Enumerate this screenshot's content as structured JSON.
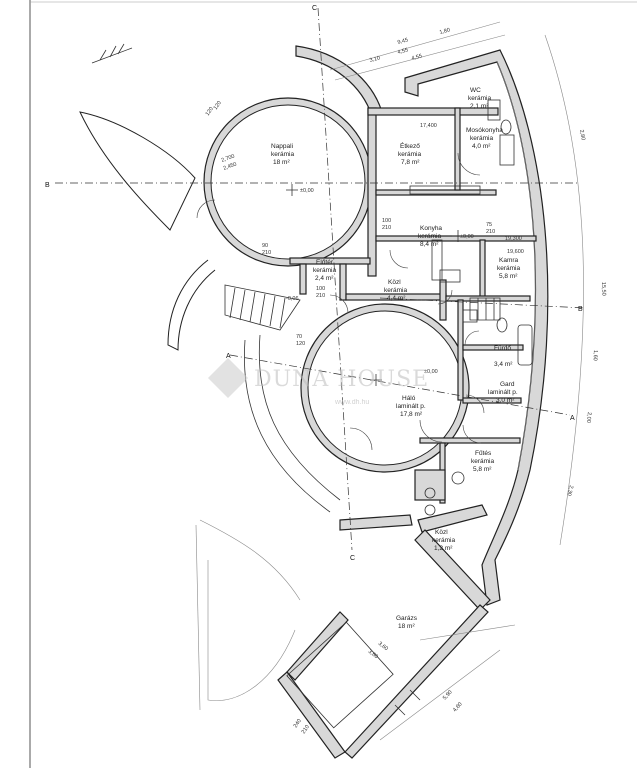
{
  "rooms": [
    {
      "name": "Nappali",
      "floor": "kerámia",
      "area": "18 m²"
    },
    {
      "name": "Étkező",
      "floor": "kerámia",
      "area": "7,8 m²"
    },
    {
      "name": "WC",
      "floor": "kerámia",
      "area": "2,1 m²"
    },
    {
      "name": "Mosókonyha",
      "floor": "kerámia",
      "area": "4,0 m²"
    },
    {
      "name": "Konyha",
      "floor": "kerámia",
      "area": "8,4 m²"
    },
    {
      "name": "Kamra",
      "floor": "kerámia",
      "area": "5,8 m²"
    },
    {
      "name": "Előtér",
      "floor": "kerámia",
      "area": "2,4 m²"
    },
    {
      "name": "Közl",
      "floor": "kerámia",
      "area": "4,4 m²"
    },
    {
      "name": "Háló",
      "floor": "laminált p.",
      "area": "17,8 m²"
    },
    {
      "name": "Fürdő",
      "floor": "",
      "area": "3,4 m²"
    },
    {
      "name": "Gard",
      "floor": "laminált p.",
      "area": "3,0 m²"
    },
    {
      "name": "Fűtés",
      "floor": "kerámia",
      "area": "5,8 m²"
    },
    {
      "name": "Közl",
      "floor": "kerámia",
      "area": "1,2 m²"
    },
    {
      "name": "Garázs",
      "floor": "",
      "area": "18 m²"
    }
  ],
  "elevations": [
    "±0,00",
    "±0,00",
    "-0,06",
    "±0,00"
  ],
  "section_marks": [
    "B",
    "B",
    "A",
    "A",
    "C",
    "C"
  ],
  "dimensions": {
    "top": [
      "9,45",
      "1,80",
      "3,10",
      "4,55",
      "4,55"
    ],
    "circle_left": [
      "2,700",
      "2,450",
      "120",
      "120"
    ],
    "interior": [
      "17,400",
      "19,300",
      "19,600",
      "100",
      "210",
      "75",
      "210",
      "70",
      "120",
      "100",
      "210",
      "90",
      "210"
    ],
    "right": [
      "2,80",
      "15,50",
      "1,60",
      "2,00",
      "2,30"
    ],
    "bottom": [
      "5,90",
      "4,60",
      "3,60",
      "3,60",
      "240",
      "210"
    ]
  },
  "watermark": {
    "brand": "DUNA HOUSE",
    "url": "www.dh.hu"
  }
}
